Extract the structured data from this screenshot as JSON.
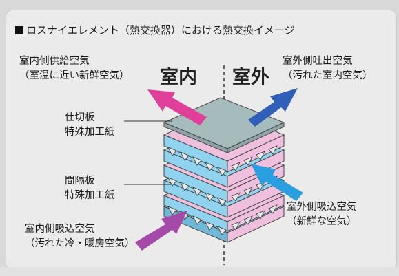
{
  "title": "ロスナイエレメント（熱交換器）における熱交換イメージ",
  "indoor_header": "室内",
  "outdoor_header": "室外",
  "labels": {
    "indoor_supply_1": "室内側供給空気",
    "indoor_supply_2": "（室温に近い新鮮空気）",
    "outdoor_exhaust_1": "室外側吐出空気",
    "outdoor_exhaust_2": "（汚れた室内空気）",
    "partition_1": "仕切板",
    "partition_2": "特殊加工紙",
    "spacer_1": "間隔板",
    "spacer_2": "特殊加工紙",
    "outdoor_intake_1": "室外側吸込空気",
    "outdoor_intake_2": "（新鮮な空気）",
    "indoor_intake_1": "室内側吸込空気",
    "indoor_intake_2": "（汚れた冷・暖房空気）"
  },
  "colors": {
    "pink_arrow": "#e0409a",
    "blue_arrow": "#2f5fb8",
    "light_blue_arrow": "#2a9fe0",
    "purple_arrow": "#a54aa8",
    "plate_top": "#a6bcbc",
    "plate_blue": "#8fd3ee",
    "plate_pink": "#efc0dd"
  }
}
